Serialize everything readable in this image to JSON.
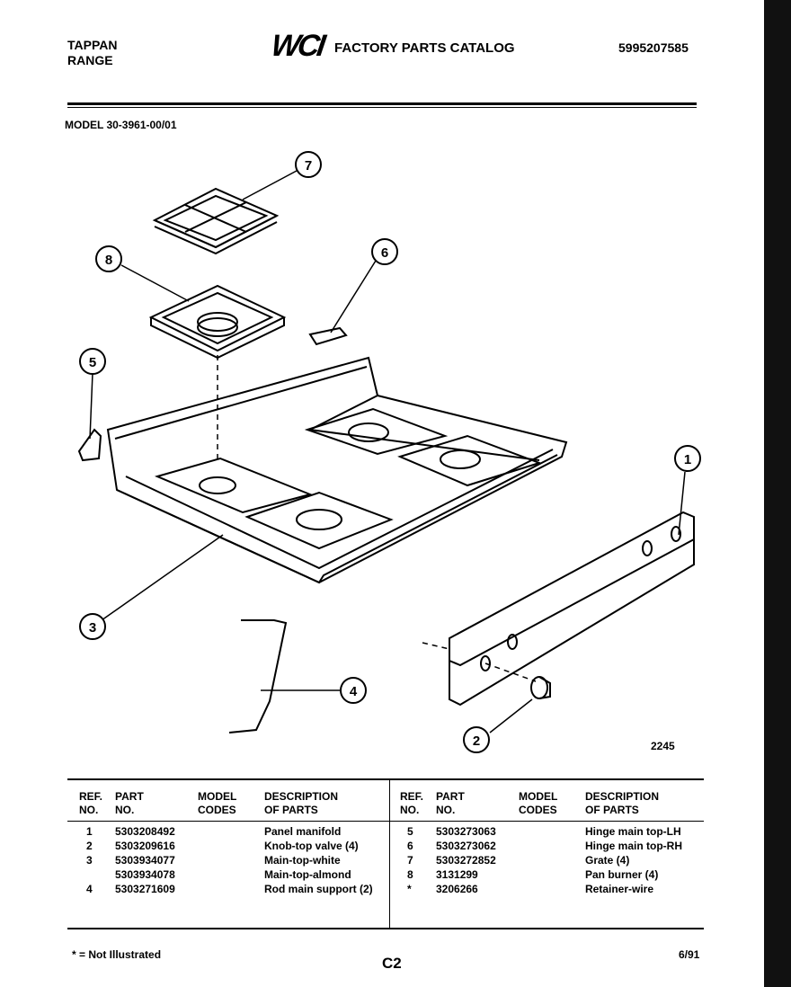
{
  "header": {
    "brand_line1": "TAPPAN",
    "brand_line2": "RANGE",
    "logo_text": "WCI",
    "catalog_title": "FACTORY PARTS CATALOG",
    "catalog_number": "5995207585",
    "model_label": "MODEL 30-3961-00/01"
  },
  "diagram": {
    "callouts": [
      "1",
      "2",
      "3",
      "4",
      "5",
      "6",
      "7",
      "8"
    ],
    "drawing_number": "2245"
  },
  "parts_table": {
    "headers": {
      "ref": [
        "REF.",
        "NO."
      ],
      "part": [
        "PART",
        "NO."
      ],
      "model": [
        "MODEL",
        "CODES"
      ],
      "desc": [
        "DESCRIPTION",
        "OF PARTS"
      ]
    },
    "left_rows": [
      {
        "ref": "1",
        "part": "5303208492",
        "codes": "",
        "desc": "Panel manifold"
      },
      {
        "ref": "2",
        "part": "5303209616",
        "codes": "",
        "desc": "Knob-top valve (4)"
      },
      {
        "ref": "3",
        "part": "5303934077",
        "codes": "",
        "desc": "Main-top-white"
      },
      {
        "ref": "",
        "part": "5303934078",
        "codes": "",
        "desc": "Main-top-almond"
      },
      {
        "ref": "4",
        "part": "5303271609",
        "codes": "",
        "desc": "Rod main support (2)"
      }
    ],
    "right_rows": [
      {
        "ref": "5",
        "part": "5303273063",
        "codes": "",
        "desc": "Hinge main top-LH"
      },
      {
        "ref": "6",
        "part": "5303273062",
        "codes": "",
        "desc": "Hinge main top-RH"
      },
      {
        "ref": "7",
        "part": "5303272852",
        "codes": "",
        "desc": "Grate (4)"
      },
      {
        "ref": "8",
        "part": "3131299",
        "codes": "",
        "desc": "Pan burner (4)"
      },
      {
        "ref": "*",
        "part": "3206266",
        "codes": "",
        "desc": "Retainer-wire"
      }
    ]
  },
  "footer": {
    "note": "* = Not Illustrated",
    "page": "C2",
    "date": "6/91"
  }
}
